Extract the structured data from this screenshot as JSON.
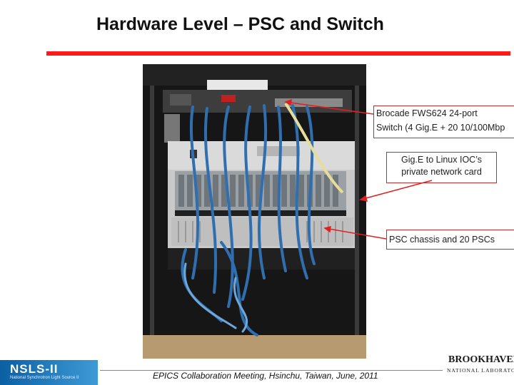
{
  "slide": {
    "title": "Hardware Level – PSC and Switch",
    "footer": "EPICS Collaboration Meeting, Hsinchu, Taiwan, June, 2011"
  },
  "callouts": [
    {
      "lines": [
        "Brocade FWS624 24-port",
        "Switch (4 Gig.E + 20 10/100Mbp"
      ]
    },
    {
      "lines": [
        "Gig.E to Linux  IOC’s",
        "private network card"
      ]
    },
    {
      "lines": [
        "PSC chassis and 20 PSCs"
      ]
    }
  ],
  "logos": {
    "left": {
      "text": "NSLS-II",
      "sub": "National Synchrotron Light Source II"
    },
    "right": {
      "name": "BROOKHAVEN",
      "sub": "NATIONAL LABORATORY"
    }
  },
  "colors": {
    "title_rule": "#ff1a1a",
    "callout_border": "#c03030",
    "arrow": "#e02020"
  }
}
